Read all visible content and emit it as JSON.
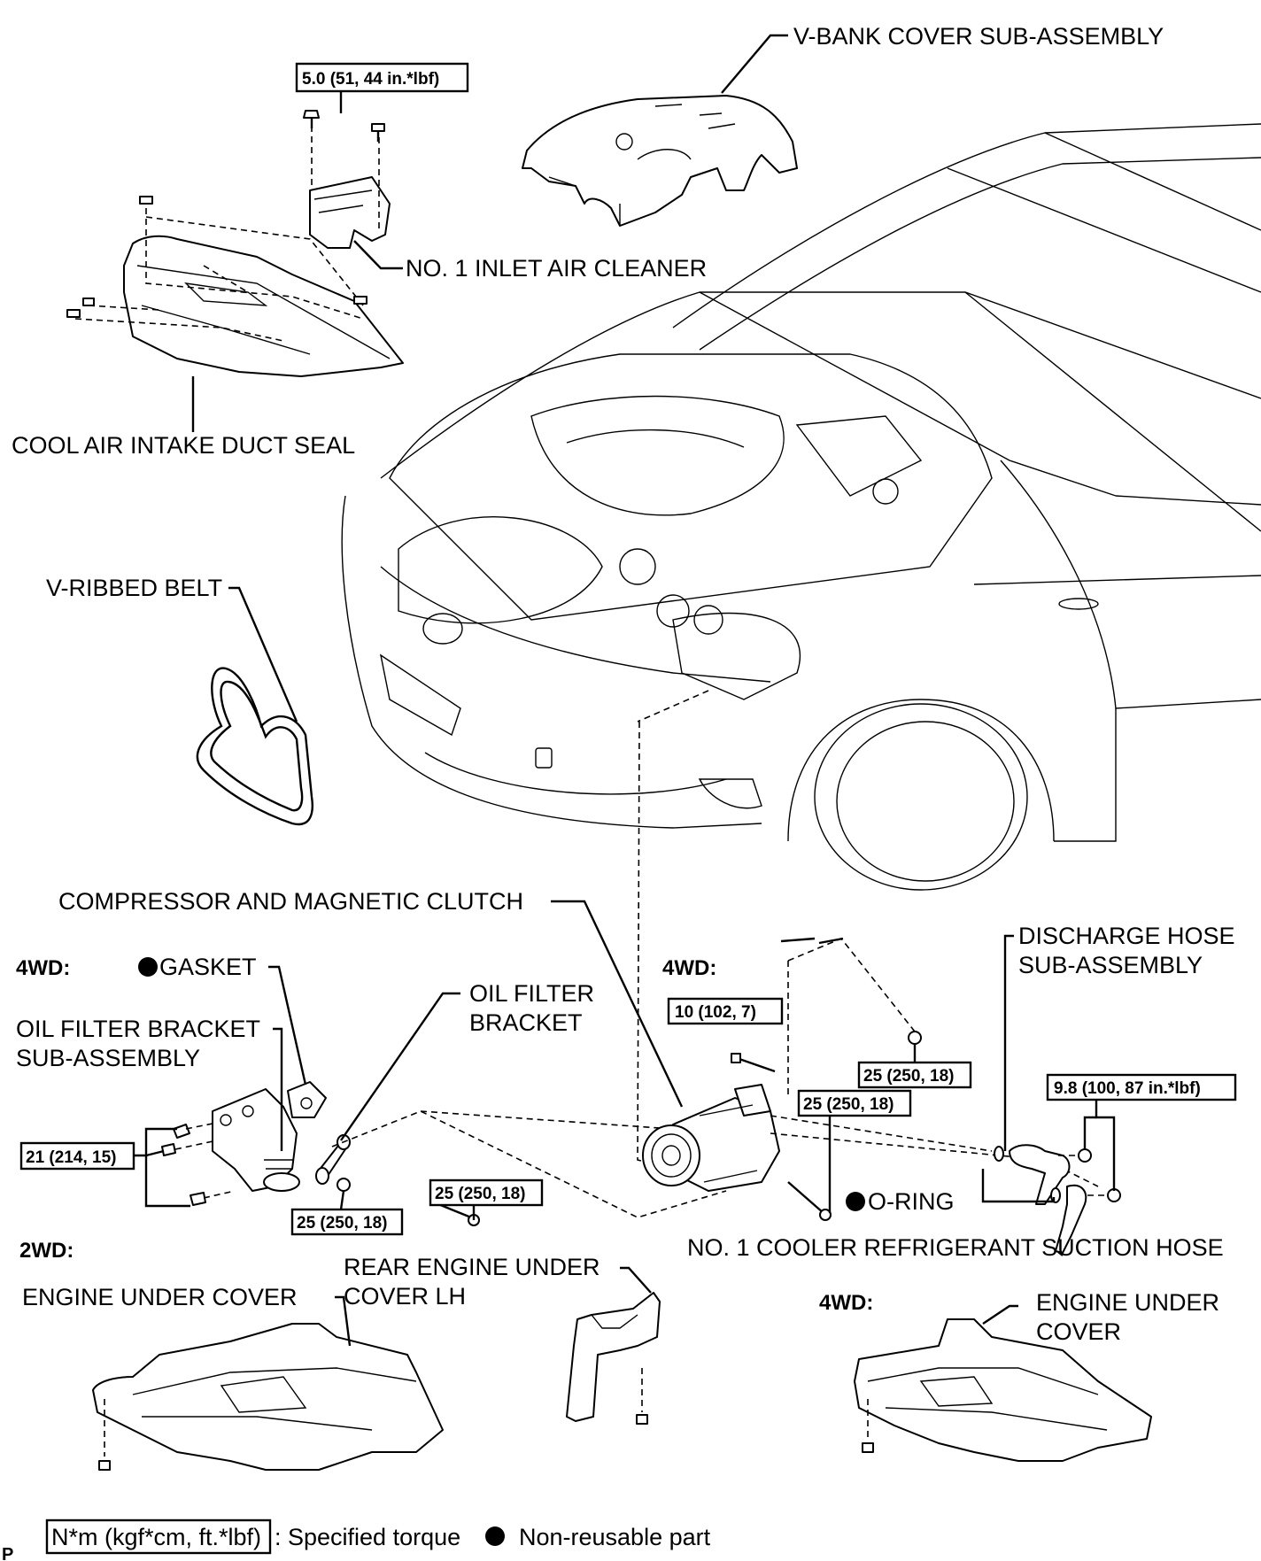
{
  "labels": {
    "v_bank_cover": "V-BANK COVER SUB-ASSEMBLY",
    "inlet_air_cleaner": "NO. 1 INLET AIR CLEANER",
    "cool_air_duct_seal": "COOL AIR INTAKE DUCT SEAL",
    "v_ribbed_belt": "V-RIBBED BELT",
    "compressor": "COMPRESSOR AND MAGNETIC CLUTCH",
    "four_wd_left": "4WD:",
    "gasket": "GASKET",
    "oil_filter_bracket_sub_1": "OIL FILTER BRACKET",
    "oil_filter_bracket_sub_2": "SUB-ASSEMBLY",
    "oil_filter_bracket_1": "OIL FILTER",
    "oil_filter_bracket_2": "BRACKET",
    "four_wd_mid": "4WD:",
    "discharge_hose_1": "DISCHARGE HOSE",
    "discharge_hose_2": "SUB-ASSEMBLY",
    "o_ring": "O-RING",
    "suction_hose": "NO. 1 COOLER REFRIGERANT SUCTION HOSE",
    "two_wd": "2WD:",
    "rear_engine_under_cover_1": "REAR ENGINE UNDER",
    "rear_engine_under_cover_2": "COVER LH",
    "engine_under_cover_2wd": "ENGINE UNDER COVER",
    "four_wd_bottom": "4WD:",
    "engine_under_cover_4wd_1": "ENGINE UNDER",
    "engine_under_cover_4wd_2": "COVER",
    "corner_mark": "P"
  },
  "torques": {
    "air_cleaner": "5.0 (51, 44 in.*lbf)",
    "bracket_left": "21 (214, 15)",
    "bracket_nut": "25 (250, 18)",
    "bracket_bolt": "25 (250, 18)",
    "stud": "10 (102, 7)",
    "compressor_nut": "25 (250, 18)",
    "compressor_bolt": "25 (250, 18)",
    "hose_bolt": "9.8 (100, 87 in.*lbf)"
  },
  "legend": {
    "torque_box": "N*m (kgf*cm, ft.*lbf)",
    "torque_text": ": Specified torque",
    "nonreusable_text": "Non-reusable part"
  }
}
